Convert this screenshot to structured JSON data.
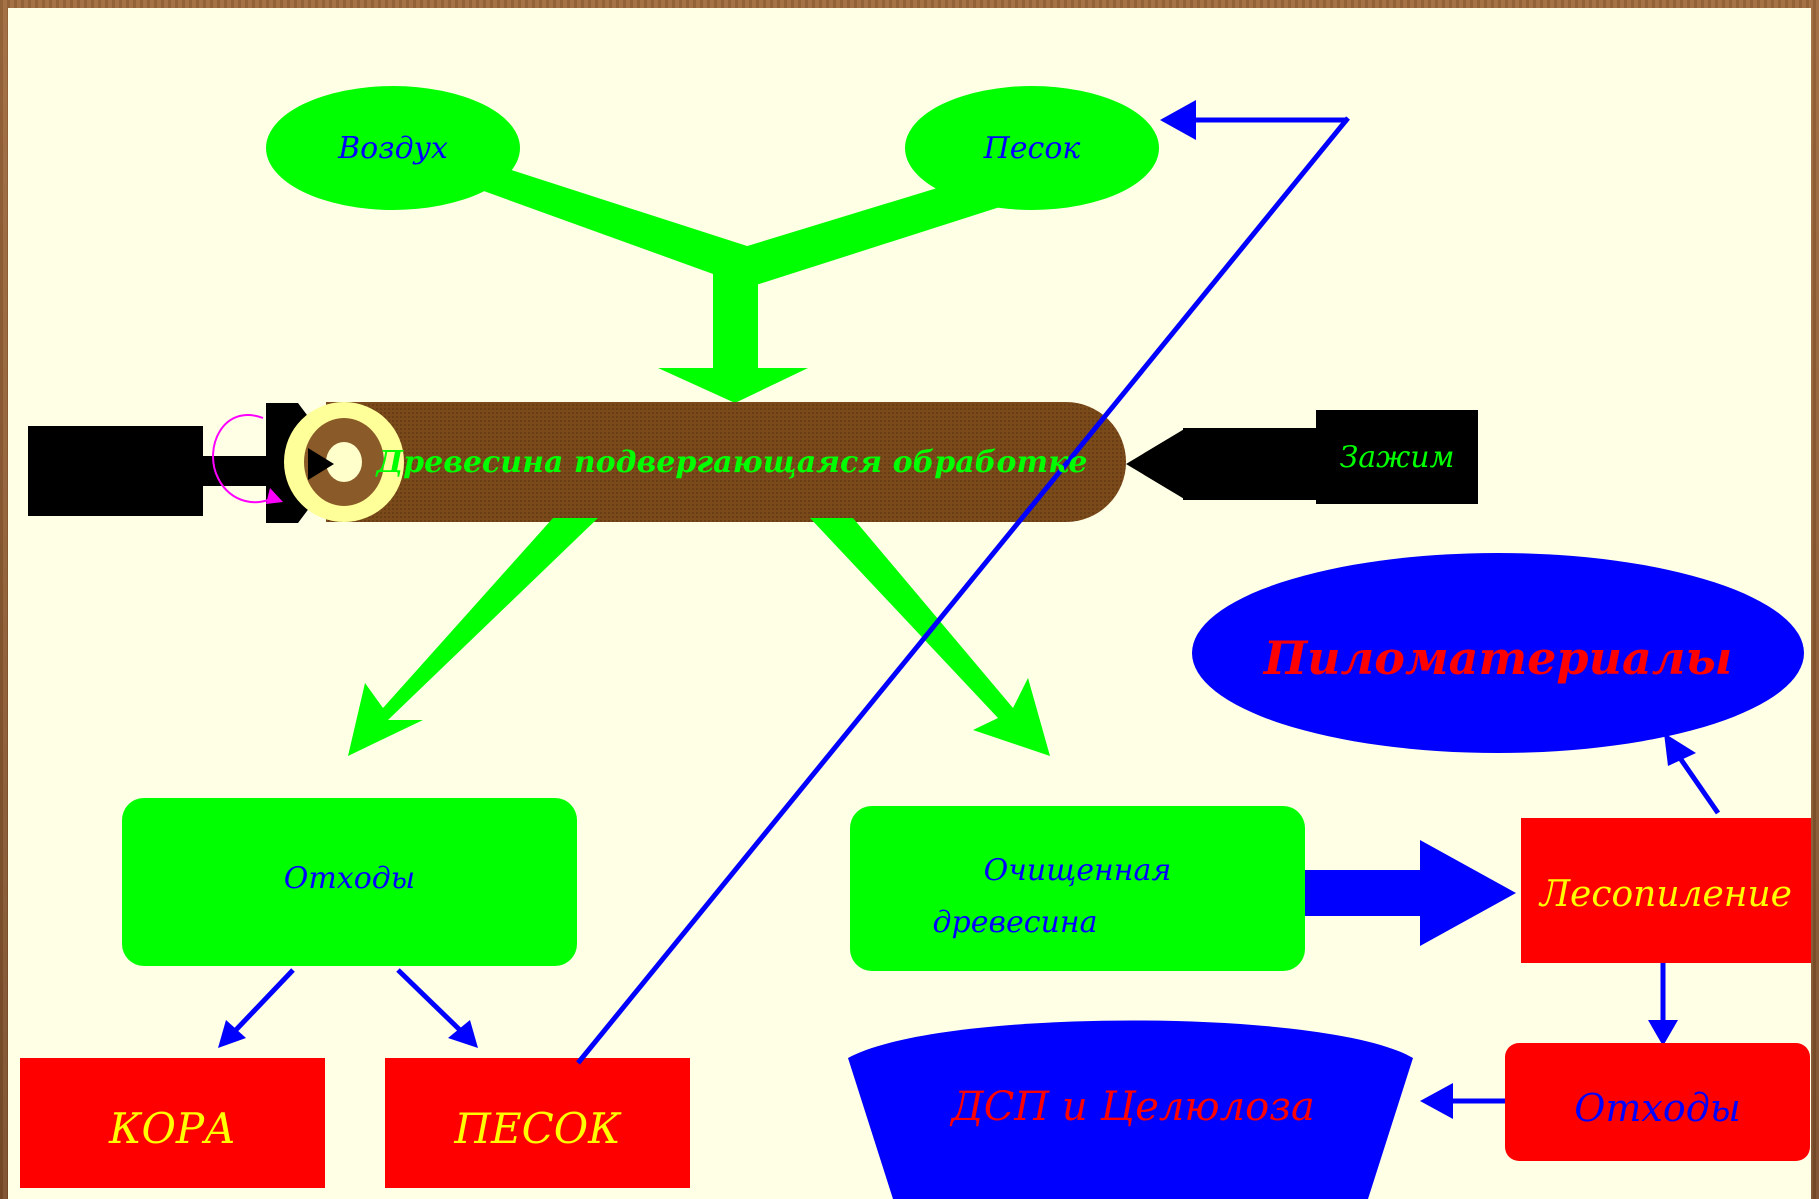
{
  "nodes": {
    "air": "Воздух",
    "sand_in": "Песок",
    "wood": "Древесина подвергающаяся обработке",
    "clamp": "Зажим",
    "waste": "Отходы",
    "bark": "КОРА",
    "sand_out": "ПЕСОК",
    "clean_wood_line1": "Очищенная",
    "clean_wood_line2": "древесина",
    "sawmill": "Лесопиление",
    "lumber": "Пиломатериалы",
    "waste2": "Отходы",
    "chipboard": "ДСП и Целюлоза"
  },
  "colors": {
    "background": "#ffffe6",
    "flow_arrow": "#00ff00",
    "link_arrow": "#0000ff",
    "wood": "#7a4a1a",
    "product_box": "#ff0000",
    "ellipse_blue": "#0000ff",
    "clamp": "#000000"
  },
  "icons": [
    "rotation-arrow-icon"
  ]
}
